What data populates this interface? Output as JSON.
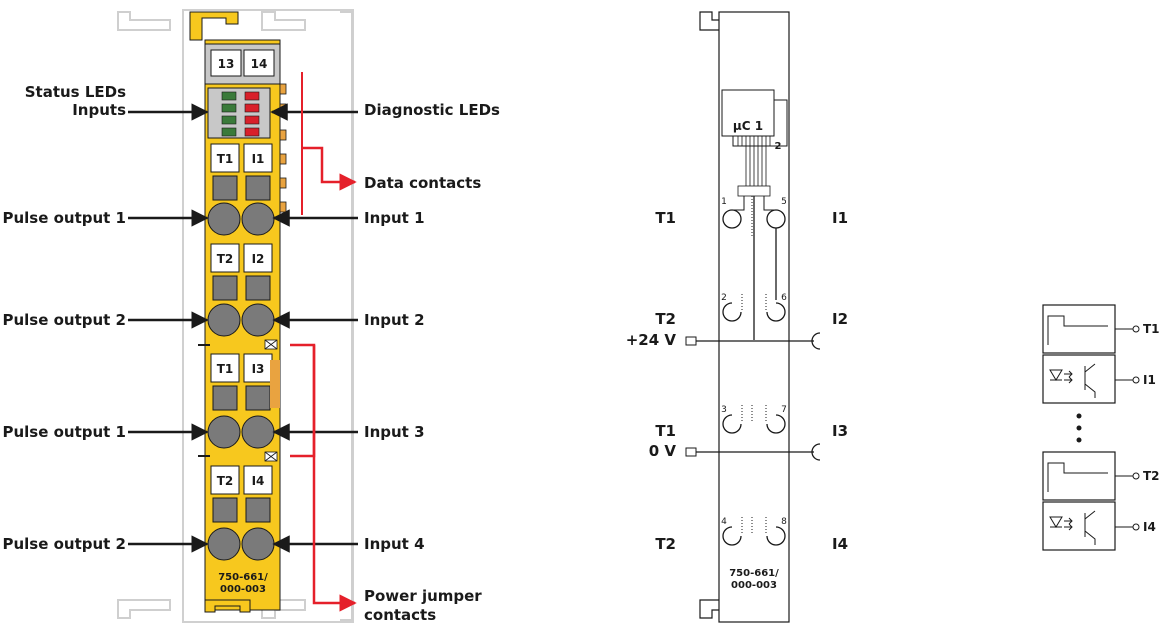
{
  "module": {
    "top_labels": [
      "13",
      "14"
    ],
    "upper_pair": [
      "T1",
      "I1"
    ],
    "upper_pair2": [
      "T2",
      "I2"
    ],
    "lower_pair": [
      "T1",
      "I3"
    ],
    "lower_pair2": [
      "T2",
      "I4"
    ],
    "part_number_line1": "750-661/",
    "part_number_line2": "000-003"
  },
  "callouts": {
    "status_leds_line1": "Status LEDs",
    "status_leds_line2": "Inputs",
    "diagnostic_leds": "Diagnostic LEDs",
    "data_contacts": "Data contacts",
    "pulse_output_1a": "Pulse output 1",
    "input_1": "Input 1",
    "pulse_output_2a": "Pulse output 2",
    "input_2": "Input 2",
    "pulse_output_1b": "Pulse output 1",
    "input_3": "Input 3",
    "pulse_output_2b": "Pulse output 2",
    "input_4": "Input 4",
    "power_jumper_line1": "Power jumper",
    "power_jumper_line2": "contacts"
  },
  "schematic": {
    "uc_label": "µC 1",
    "uc_sub": "2",
    "pin_numbers": [
      "1",
      "5",
      "2",
      "6",
      "3",
      "7",
      "4",
      "8"
    ],
    "left_labels": [
      "T1",
      "T2",
      "+24 V",
      "T1",
      "0 V",
      "T2"
    ],
    "right_labels": [
      "I1",
      "I2",
      "I3",
      "I4"
    ],
    "part_number_line1": "750-661/",
    "part_number_line2": "000-003"
  },
  "circuit": {
    "labels": [
      "T1",
      "I1",
      "T2",
      "I4"
    ]
  },
  "colors": {
    "module_yellow": "#f7c81e",
    "module_gray": "#7a7a7a",
    "arrow_red": "#e5202a",
    "outline": "#1a1a1a",
    "rail_gray": "#d0d0d0"
  }
}
